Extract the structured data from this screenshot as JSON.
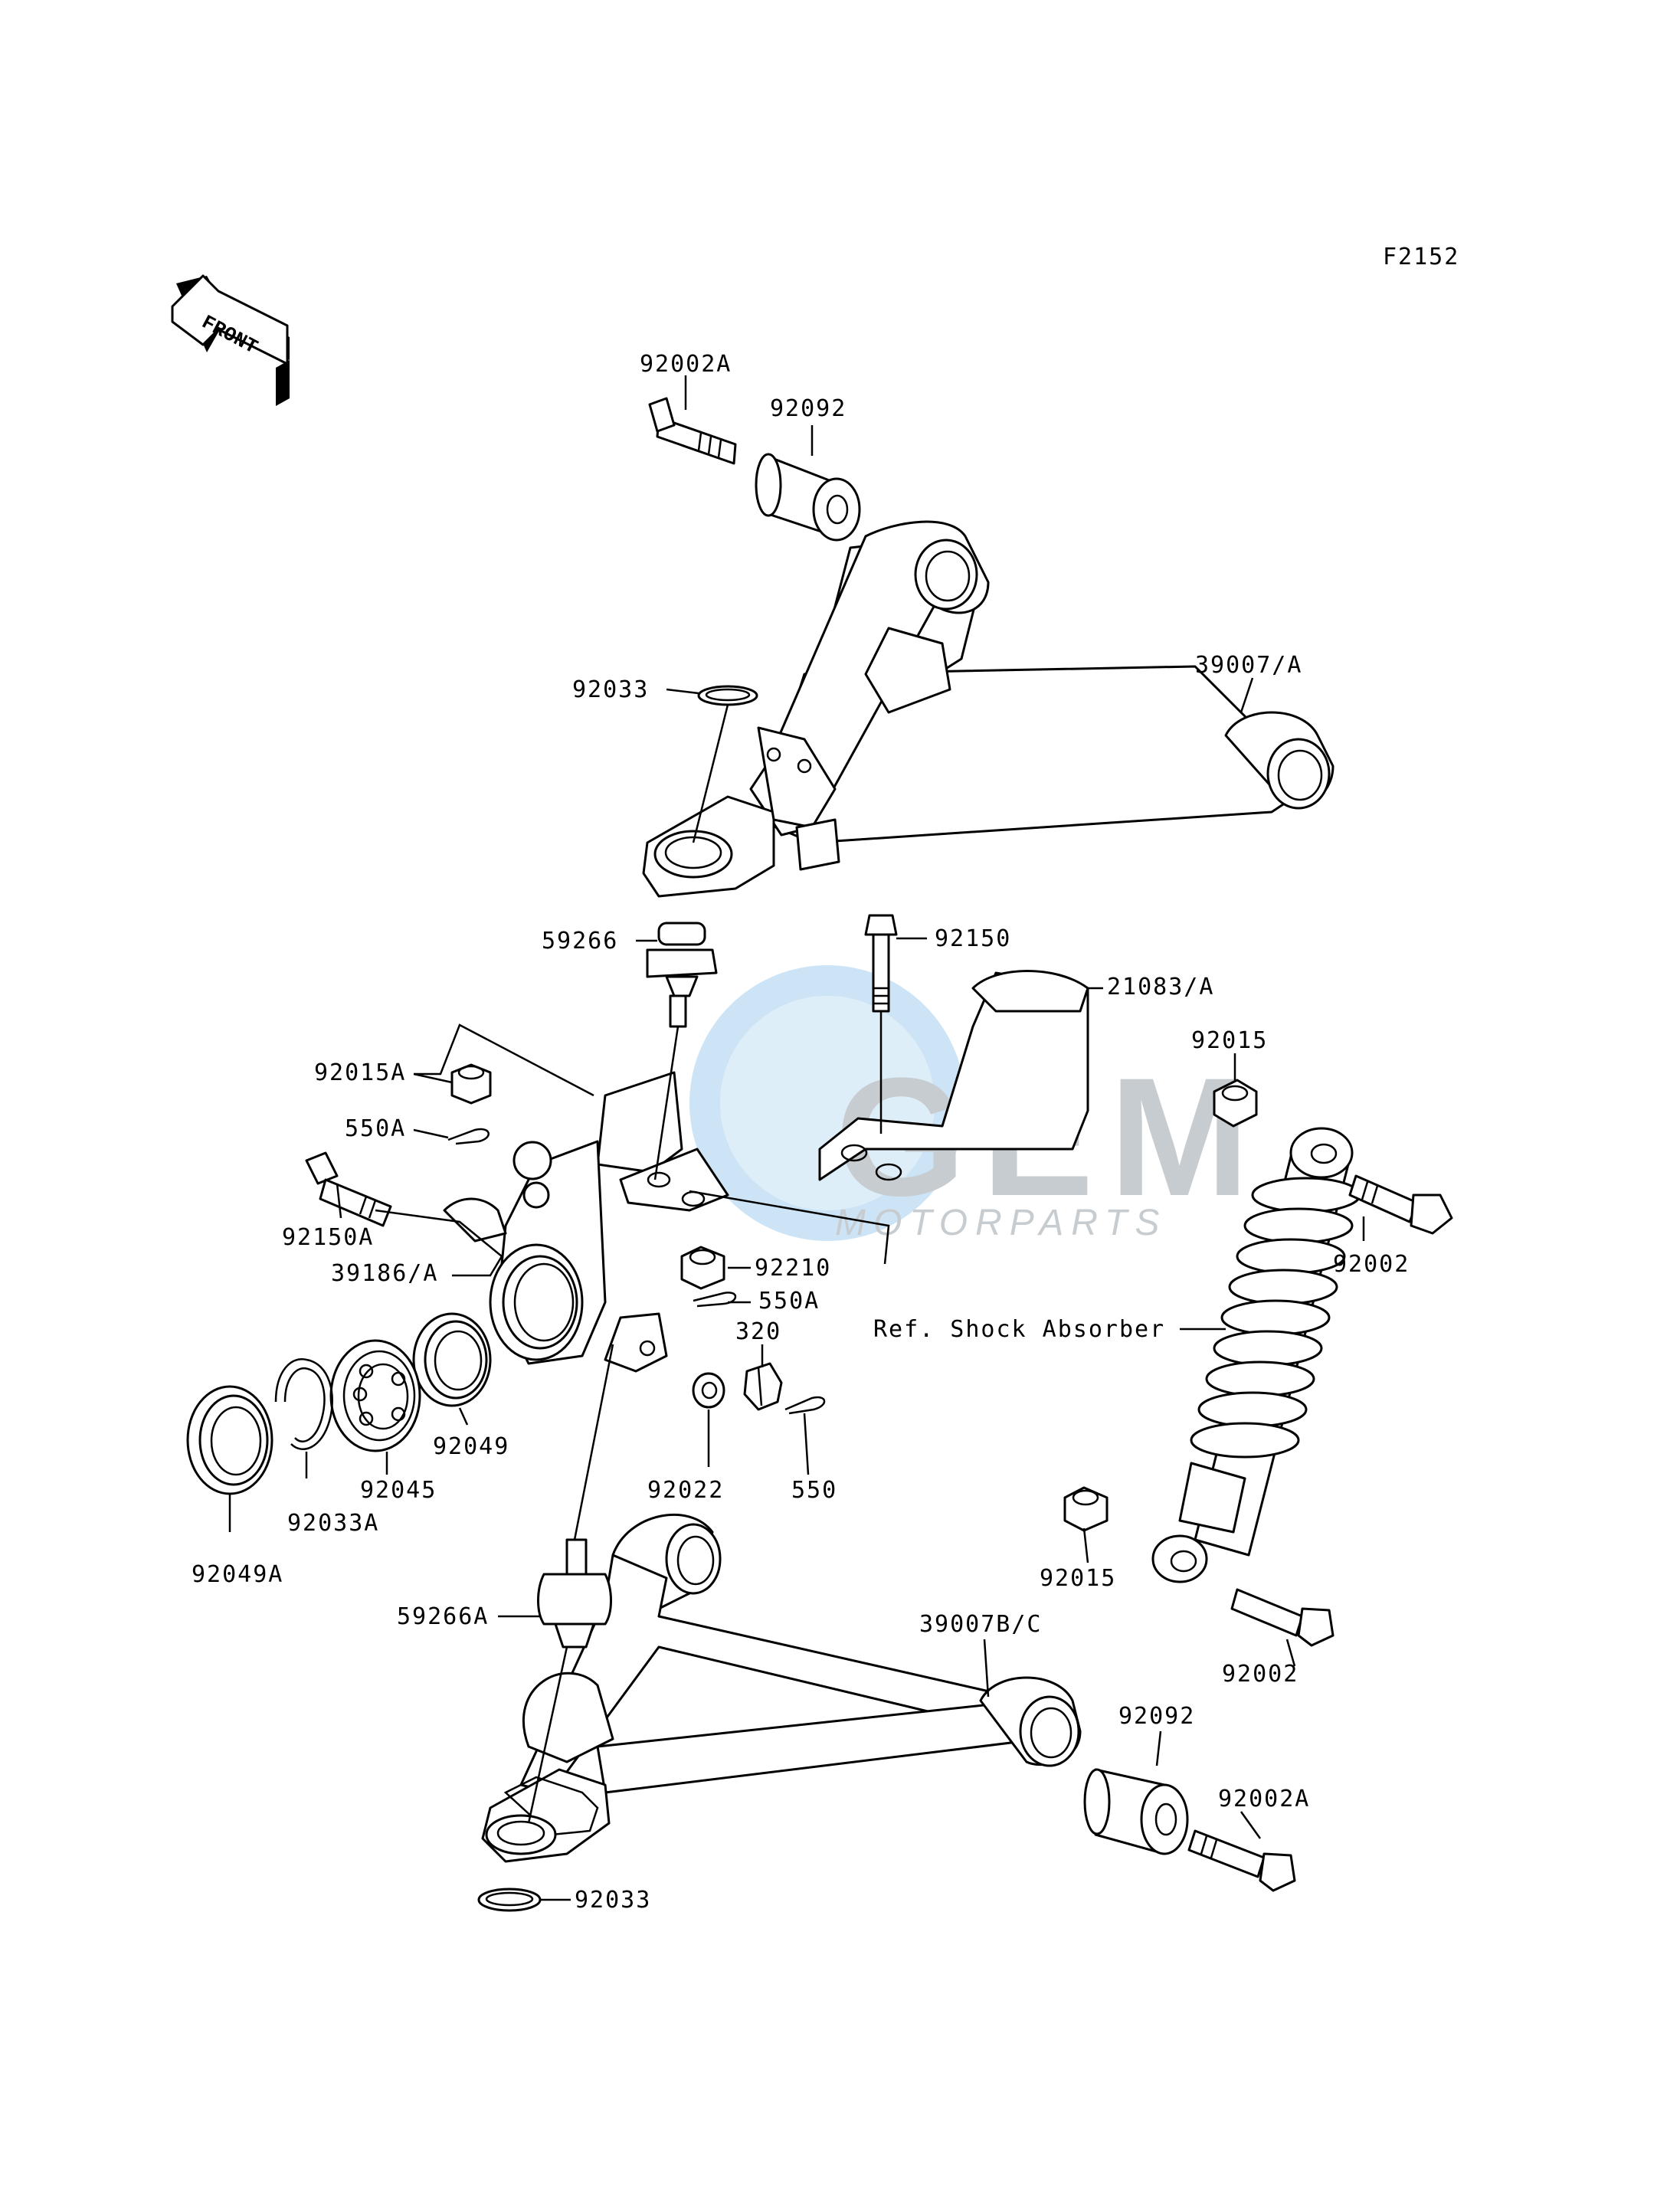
{
  "diagram_code": "F2152",
  "front_label": "FRONT",
  "watermark": {
    "brand": "GEM",
    "sub": "MOTORPARTS",
    "colors": {
      "globe": "#5aa7e0",
      "text": "#9aa3ab"
    }
  },
  "ref_text": "Ref. Shock Absorber",
  "parts": {
    "p92002A_top": "92002A",
    "p92092_top": "92092",
    "p39007A": "39007/A",
    "p92033_top": "92033",
    "p59266": "59266",
    "p92150": "92150",
    "p21083A": "21083/A",
    "p92015_top": "92015",
    "p92015A": "92015A",
    "p550A_top": "550A",
    "p92150A": "92150A",
    "p39186A": "39186/A",
    "p92210": "92210",
    "p550A_bot": "550A",
    "p92002_right": "92002",
    "p320": "320",
    "p92049": "92049",
    "p92045": "92045",
    "p92022": "92022",
    "p550": "550",
    "p92033A": "92033A",
    "p92049A": "92049A",
    "p92015_bot": "92015",
    "p59266A": "59266A",
    "p39007BC": "39007B/C",
    "p92002_bot": "92002",
    "p92092_bot": "92092",
    "p92002A_bot": "92002A",
    "p92033_bot": "92033"
  }
}
